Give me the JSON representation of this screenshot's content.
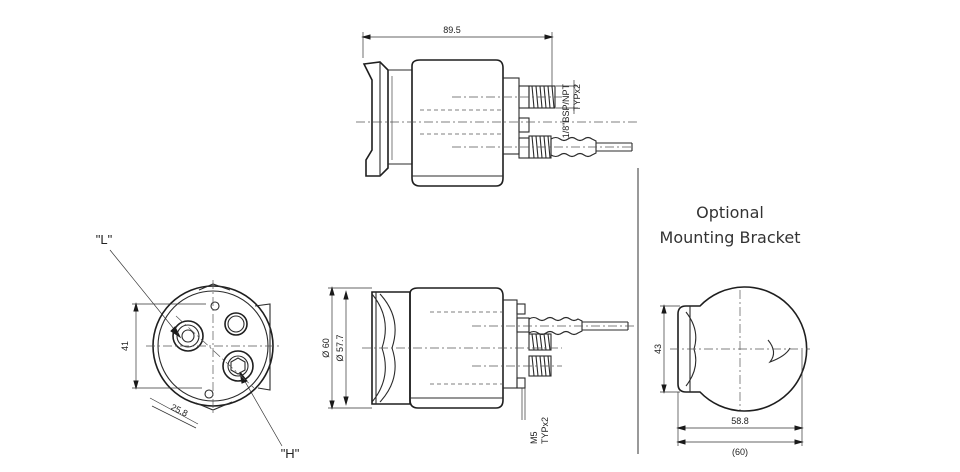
{
  "labels": {
    "top_length": "89.5",
    "thread": "1/8\"BSP/NPT",
    "thread_qty": "TYPx2",
    "bolt_distance": "41",
    "bolt_spacing": "25.8",
    "dia_outer": "Ø 60",
    "dia_inner": "Ø 57.7",
    "screw": "M5",
    "screw_qty": "TYPx2",
    "port_low": "\"L\"",
    "port_high": "\"H\"",
    "bracket_title_1": "Optional",
    "bracket_title_2": "Mounting Bracket",
    "bracket_height": "43",
    "bracket_width": "58.8",
    "bracket_width_ref": "(60)"
  }
}
